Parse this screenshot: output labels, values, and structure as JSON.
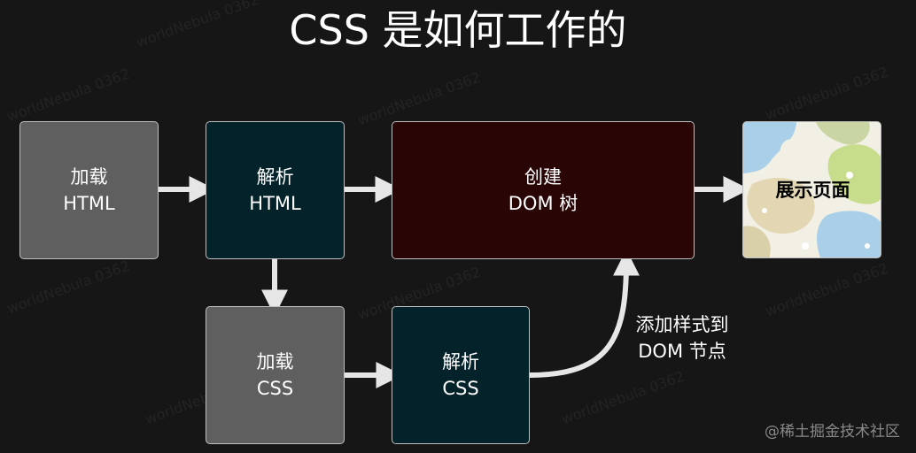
{
  "title": "CSS 是如何工作的",
  "boxes": {
    "load_html": {
      "line1": "加载",
      "line2": "HTML"
    },
    "parse_html": {
      "line1": "解析",
      "line2": "HTML"
    },
    "create_dom": {
      "line1": "创建",
      "line2": "DOM 树"
    },
    "display_page": {
      "label": "展示页面"
    },
    "load_css": {
      "line1": "加载",
      "line2": "CSS"
    },
    "parse_css": {
      "line1": "解析",
      "line2": "CSS"
    }
  },
  "edge_label": {
    "line1": "添加样式到",
    "line2": "DOM 节点"
  },
  "watermark": "worldNebula 0362",
  "credit": "@稀土掘金技术社区",
  "colors": {
    "background": "#161616",
    "grey_box": "#5f5f5f",
    "teal_box": "#03222a",
    "maroon_box": "#2a0505",
    "arrow": "#e6e6e6"
  }
}
